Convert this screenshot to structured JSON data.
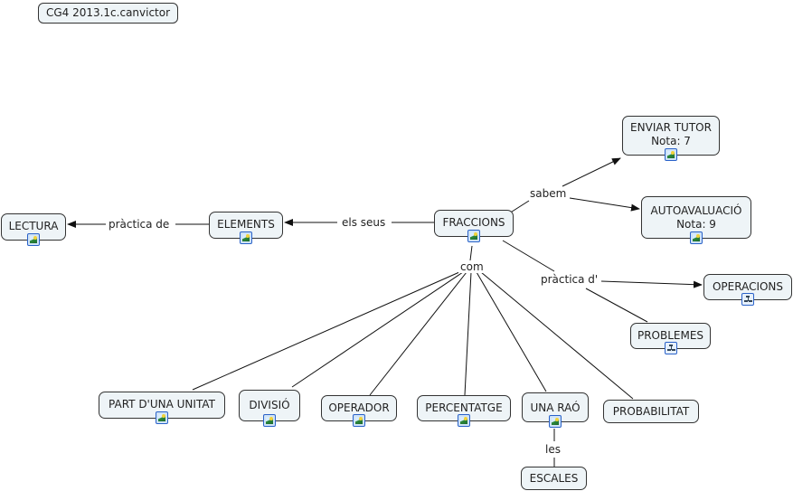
{
  "title": "CG4 2013.1c.canvictor",
  "concepts": {
    "lectura": {
      "label": "LECTURA",
      "resource": "image"
    },
    "elements": {
      "label": "ELEMENTS",
      "resource": "image"
    },
    "fraccions": {
      "label": "FRACCIONS",
      "resource": "image"
    },
    "enviar_tutor": {
      "label": "ENVIAR TUTOR",
      "sublabel": "Nota: 7",
      "resource": "image"
    },
    "autoavaluacio": {
      "label": "AUTOAVALUACIÓ",
      "sublabel": "Nota: 9",
      "resource": "image"
    },
    "operacions": {
      "label": "OPERACIONS",
      "resource": "concept-map"
    },
    "problemes": {
      "label": "PROBLEMES",
      "resource": "concept-map"
    },
    "part_unitat": {
      "label": "PART D'UNA UNITAT",
      "resource": "image"
    },
    "divisio": {
      "label": "DIVISIÓ",
      "resource": "image"
    },
    "operador": {
      "label": "OPERADOR",
      "resource": "image"
    },
    "percentatge": {
      "label": "PERCENTATGE",
      "resource": "image"
    },
    "una_rao": {
      "label": "UNA RAÓ",
      "resource": "image"
    },
    "probabilitat": {
      "label": "PROBABILITAT"
    },
    "escales": {
      "label": "ESCALES"
    }
  },
  "linking_phrases": {
    "practica_de": "pràctica de",
    "els_seus": "els seus",
    "sabem": "sabem",
    "practica_d": "pràctica d'",
    "com": "com",
    "les": "les"
  },
  "colors": {
    "node_fill": "#eef4f7",
    "node_border": "#333333",
    "line": "#111111"
  }
}
